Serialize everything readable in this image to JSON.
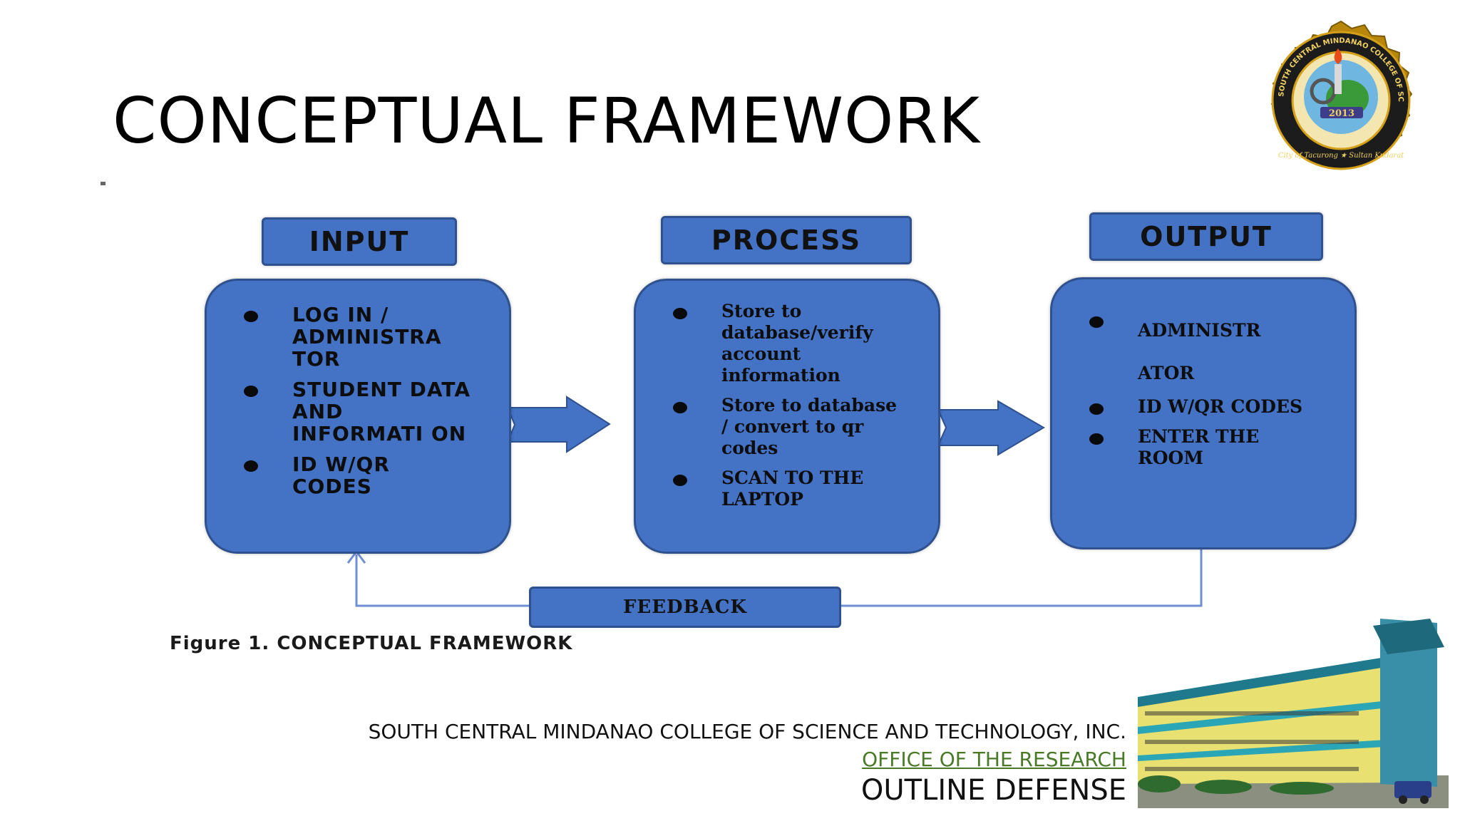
{
  "slide": {
    "title": "CONCEPTUAL FRAMEWORK"
  },
  "seal": {
    "top_text": "SOUTH CENTRAL MINDANAO COLLEGE OF SCIENCE AND TECHNOLOGY, INC.",
    "year": "2013",
    "bottom_text": "City of Tacurong ★ Sultan Kudarat"
  },
  "diagram": {
    "input": {
      "header": "INPUT",
      "items": [
        "LOG IN / ADMINISTRA TOR",
        "STUDENT DATA AND INFORMATI ON",
        "ID W/QR CODES"
      ]
    },
    "process": {
      "header": "PROCESS",
      "items": [
        "Store to database/verify account information",
        "Store to database / convert to qr codes",
        "SCAN TO THE LAPTOP"
      ]
    },
    "output": {
      "header": "OUTPUT",
      "items": [
        "ADMINISTR ATOR",
        "ID W/QR CODES",
        "ENTER THE ROOM"
      ]
    },
    "feedback": "FEEDBACK",
    "caption": "Figure 1. CONCEPTUAL FRAMEWORK"
  },
  "footer": {
    "school": "SOUTH CENTRAL MINDANAO COLLEGE OF SCIENCE AND TECHNOLOGY, INC.",
    "office": "OFFICE OF THE RESEARCH",
    "event": "OUTLINE DEFENSE"
  },
  "colors": {
    "box_fill": "#4472c4",
    "box_border": "#2f528f",
    "office_link": "#4a7a28"
  }
}
